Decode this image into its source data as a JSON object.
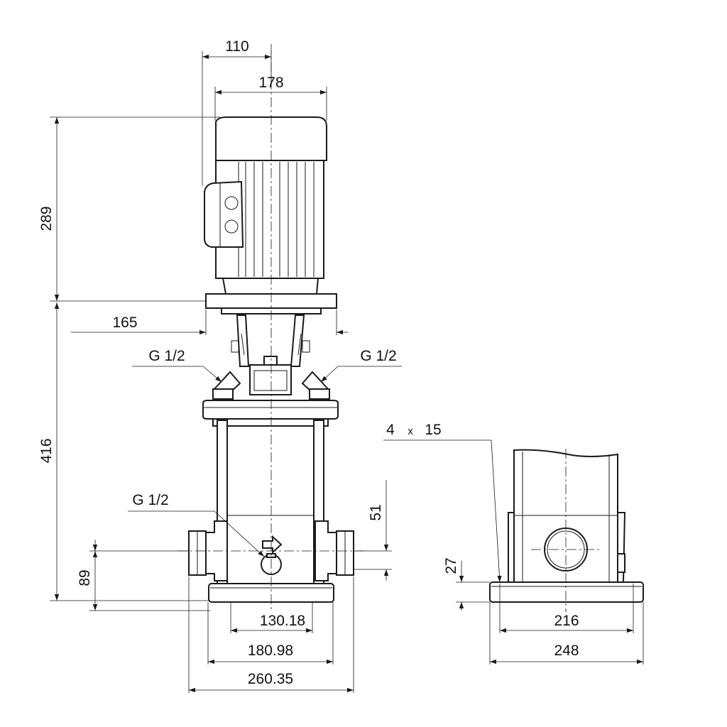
{
  "dimensions": {
    "d110": "110",
    "d178": "178",
    "d289": "289",
    "d165": "165",
    "d416": "416",
    "d51": "51",
    "d89": "89",
    "d130": "130.18",
    "d180": "180.98",
    "d260": "260.35",
    "d27": "27",
    "d216": "216",
    "d248": "248"
  },
  "ports": {
    "left_top": "G 1/2",
    "right_top": "G 1/2",
    "bottom": "G 1/2"
  },
  "holes": {
    "count": "4",
    "times": "x",
    "size": "15"
  }
}
